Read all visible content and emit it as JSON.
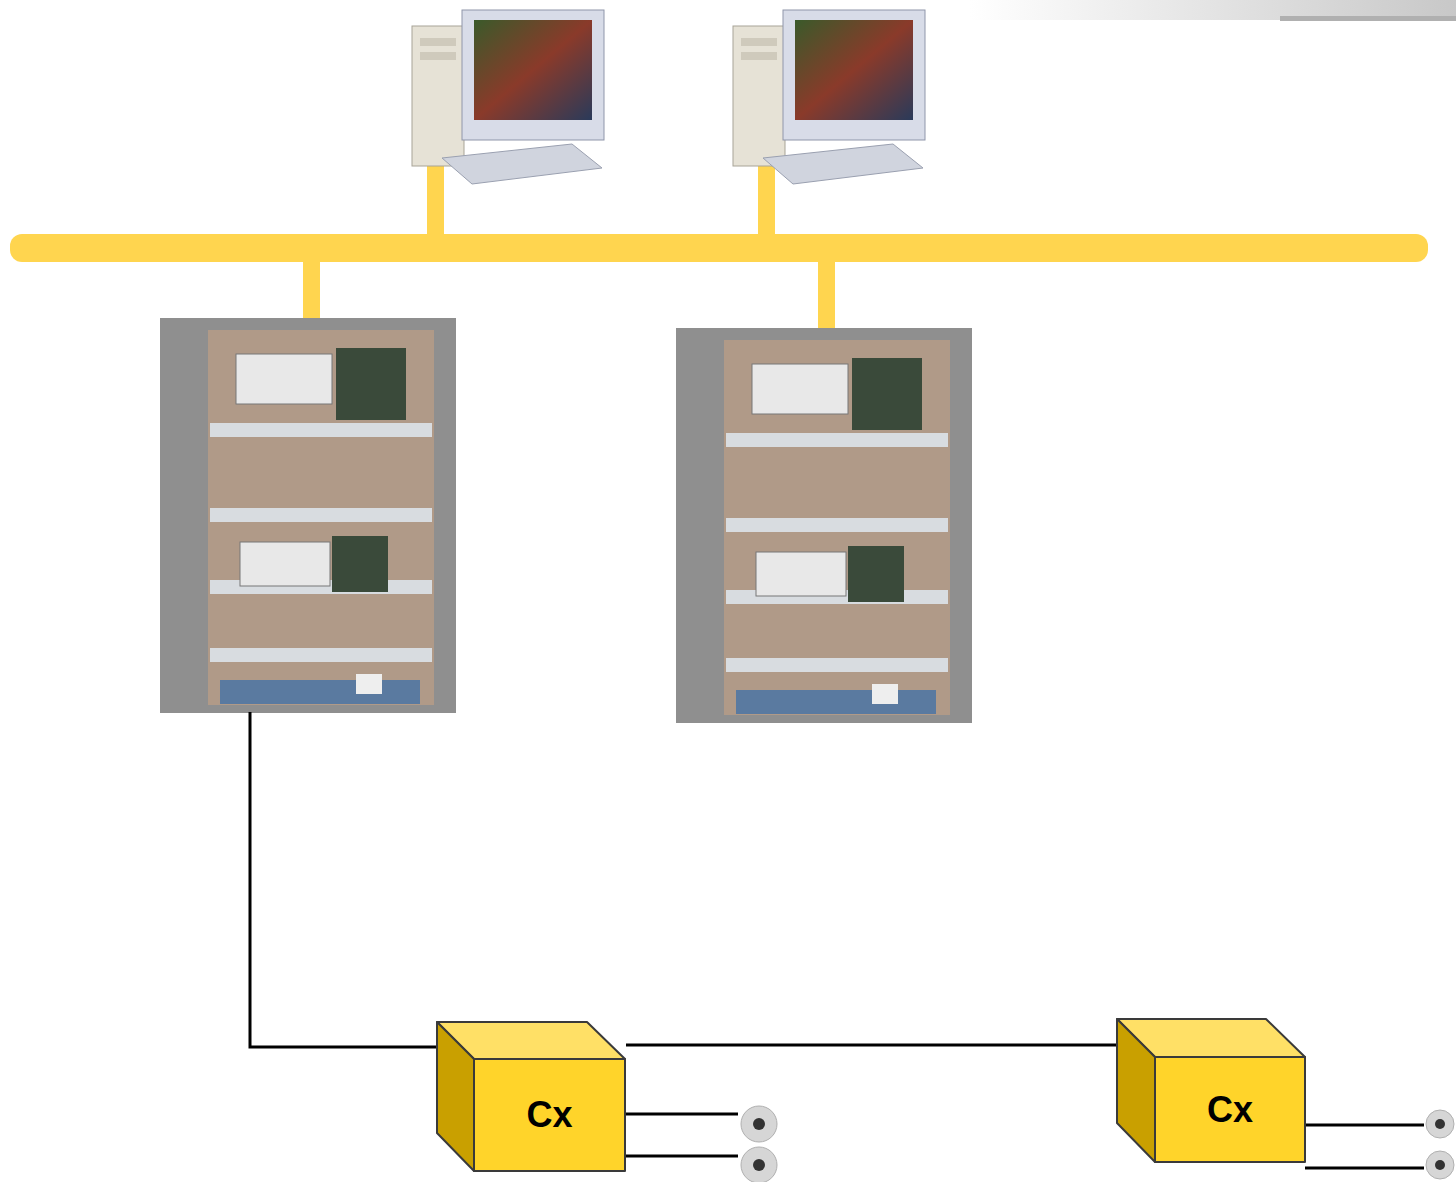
{
  "diagram": {
    "nodes": [
      {
        "text": [
          "Cx"
        ]
      },
      {
        "text": [
          "Cx"
        ]
      }
    ],
    "edges": [
      {
        "from": 0,
        "to": 1,
        "arrow": "none"
      }
    ]
  }
}
